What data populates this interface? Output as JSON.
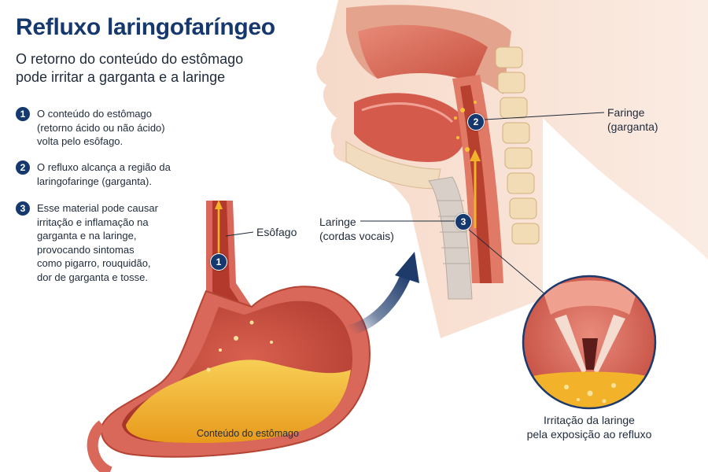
{
  "title": "Refluxo laringofaríngeo",
  "subtitle": "O retorno do conteúdo do estômago pode irritar a garganta e a laringe",
  "steps": [
    {
      "number": "1",
      "text": "O conteúdo do estômago\n(retorno ácido ou não ácido)\nvolta pelo esôfago."
    },
    {
      "number": "2",
      "text": "O refluxo alcança a região da\nlaringofaringe (garganta)."
    },
    {
      "number": "3",
      "text": "Esse material pode causar\nirritação e inflamação na\ngarganta e na laringe,\nprovocando sintomas\ncomo pigarro, rouquidão,\ndor de garganta e tosse."
    }
  ],
  "labels": {
    "esophagus": "Esôfago",
    "stomach_contents": "Conteúdo do estômago",
    "larynx": "Laringe\n(cordas vocais)",
    "pharynx": "Faringe\n(garganta)",
    "inset": "Irritação da laringe\npela exposição ao refluxo"
  },
  "markers": {
    "m1": "1",
    "m2": "2",
    "m3": "3"
  },
  "colors": {
    "title": "#15396e",
    "badge": "#15396e",
    "tissue": "#d9685a",
    "reflux": "#f2b32a",
    "arrow": "#1d3a6b"
  }
}
